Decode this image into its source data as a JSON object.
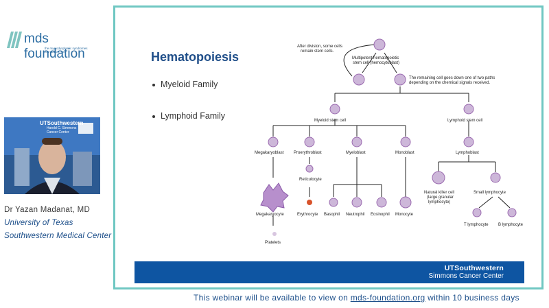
{
  "logo": {
    "text": "mds foundation",
    "tagline": "the myelodysplastic syndromes foundation, inc."
  },
  "video": {
    "org": "UTSouthwestern",
    "center_line1": "Harold C. Simmons",
    "center_line2": "Cancer Center"
  },
  "speaker": {
    "name": "Dr Yazan Madanat, MD",
    "affiliation_line1": "University of Texas",
    "affiliation_line2": "Southwestern Medical Center"
  },
  "slide": {
    "title": "Hematopoiesis",
    "bullets": [
      "Myeloid Family",
      "Lymphoid Family"
    ],
    "diagram": {
      "note_division": [
        "After division, some cells",
        "remain stem cells."
      ],
      "hemocytoblast": [
        "Multipotent hematopoietic",
        "stem cell (hemocytoblast)"
      ],
      "note_paths": [
        "The remaining cell goes down one of two paths",
        "depending on the chemical signals received."
      ],
      "myeloid_stem": "Myeloid stem cell",
      "lymphoid_stem": "Lymphoid stem cell",
      "megakaryoblast": "Megakaryoblast",
      "proerythroblast": "Proerythroblast",
      "myeloblast": "Myeloblast",
      "monoblast": "Monoblast",
      "lymphoblast": "Lymphoblast",
      "reticulocyte": "Reticulocyte",
      "megakaryocyte": "Megakaryocyte",
      "platelets": "Platelets",
      "erythrocyte": "Erythrocyte",
      "basophil": "Basophil",
      "neutrophil": "Neutrophil",
      "eosinophil": "Eosinophil",
      "monocyte": "Monocyte",
      "nk_cell": [
        "Natural killer cell",
        "(large granular",
        "lymphocyte)"
      ],
      "small_lymphocyte": "Small lymphocyte",
      "t_lymphocyte": "T lymphocyte",
      "b_lymphocyte": "B lymphocyte"
    },
    "footer_line1": "UTSouthwestern",
    "footer_line2": "Simmons Cancer Center"
  },
  "notice": {
    "prefix": "This webinar will be available to view on ",
    "link": "mds-foundation.org",
    "suffix": " within 10 business days"
  },
  "colors": {
    "brand_blue": "#0e55a2",
    "frame_teal": "#6fc7c2",
    "cell_purple": "#9b6bb0"
  }
}
